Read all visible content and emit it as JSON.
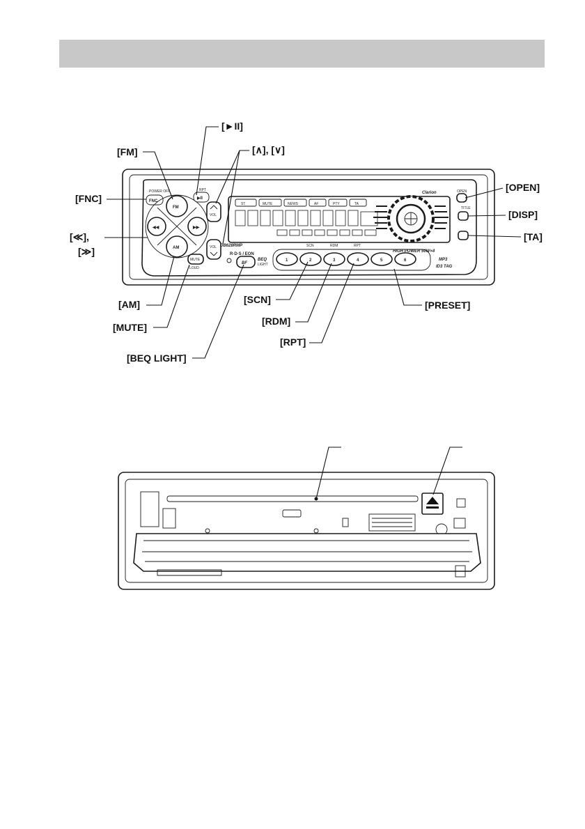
{
  "page": {
    "header_bar_color": "#c8c8c8"
  },
  "front_panel": {
    "brand": "Clarion",
    "model": "DB628RMP",
    "rds_text": "R·D·S / EON",
    "power_text": "HIGH POWER 50W×4",
    "mp3_text": "MP3",
    "id3_text": "ID3 TAG",
    "beq_text": "BEQ",
    "light_text": "LIGHT",
    "button_fm": "FM",
    "button_am": "AM",
    "button_fnc": "FNC",
    "button_mute": "MUTE",
    "button_vol": "VOL",
    "button_open": "OPEN",
    "button_disp": "DISP",
    "button_ta": "TA",
    "sub_power_off": "POWER OFF",
    "sub_rpt": "RPT",
    "sub_scn": "SCN",
    "sub_rdm": "RDM",
    "sub_loud": "LOUD",
    "sub_title": "TITLE",
    "display_indicators": [
      "ST",
      "MUTE",
      "NEWS",
      "AF",
      "PTY",
      "TA"
    ],
    "preset_numbers": [
      "1",
      "2",
      "3",
      "4",
      "5",
      "6"
    ]
  },
  "labels": {
    "play_pause": "[►II]",
    "fm": "[FM]",
    "up_down": "[∧], [∨]",
    "fnc": "[FNC]",
    "open": "[OPEN]",
    "disp": "[DISP]",
    "prev": "[≪],",
    "next": "[≫]",
    "ta": "[TA]",
    "am": "[AM]",
    "scn": "[SCN]",
    "preset": "[PRESET]",
    "mute": "[MUTE]",
    "rdm": "[RDM]",
    "rpt": "[RPT]",
    "beq_light": "[BEQ LIGHT]"
  },
  "icons": {
    "eject": "eject-icon"
  }
}
